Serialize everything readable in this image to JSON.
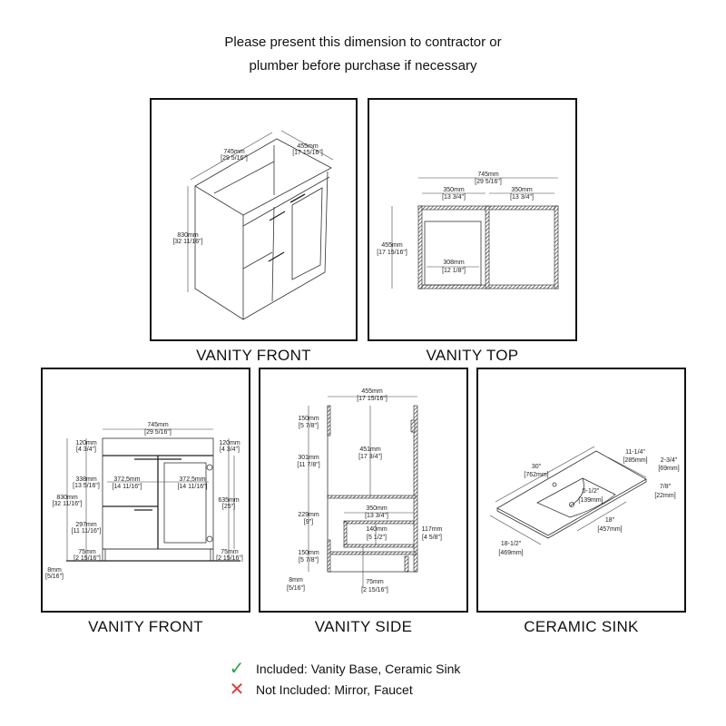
{
  "header": {
    "line1": "Please present this dimension to contractor or",
    "line2": "plumber before purchase if necessary"
  },
  "panels": {
    "front_iso": {
      "caption": "VANITY FRONT",
      "width": "745mm",
      "width_in": "[29 5/16\"]",
      "depth": "455mm",
      "depth_in": "[17 15/16\"]",
      "height": "830mm",
      "height_in": "[32 11/16\"]"
    },
    "top": {
      "caption": "VANITY TOP",
      "total": "745mm",
      "total_in": "[29 5/16\"]",
      "left": "350mm",
      "left_in": "[13 3/4\"]",
      "right": "350mm",
      "right_in": "[13 3/4\"]",
      "depth": "455mm",
      "depth_in": "[17 15/16\"]",
      "inner": "308mm",
      "inner_in": "[12 1/8\"]"
    },
    "front": {
      "caption": "VANITY FRONT",
      "width": "745mm",
      "width_in": "[29 5/16\"]",
      "top_l": "120mm",
      "top_l_in": "[4 3/4\"]",
      "top_r": "120mm",
      "top_r_in": "[4 3/4\"]",
      "drawer1": "338mm",
      "drawer1_in": "[13 5/16\"]",
      "drawer2": "297mm",
      "drawer2_in": "[11 11/16\"]",
      "height": "830mm",
      "height_in": "[32 11/16\"]",
      "door_h": "635mm",
      "door_h_in": "[25\"]",
      "half_l": "372,5mm",
      "half_l_in": "[14 11/16\"]",
      "half_r": "372,5mm",
      "half_r_in": "[14 11/16\"]",
      "base_l": "75mm",
      "base_l_in": "[2 15/16\"]",
      "base_r": "75mm",
      "base_r_in": "[2 15/16\"]",
      "foot": "8mm",
      "foot_in": "[5/16\"]"
    },
    "side": {
      "caption": "VANITY SIDE",
      "depth": "455mm",
      "depth_in": "[17 15/16\"]",
      "a": "150mm",
      "a_in": "[5 7/8\"]",
      "b": "301mm",
      "b_in": "[11 7/8\"]",
      "inner": "451mm",
      "inner_in": "[17 3/4\"]",
      "c": "229mm",
      "c_in": "[9\"]",
      "drawer_d": "350mm",
      "drawer_d_in": "[13 3/4\"]",
      "drawer_h": "140mm",
      "drawer_h_in": "[5 1/2\"]",
      "side_h": "117mm",
      "side_h_in": "[4 5/8\"]",
      "d": "150mm",
      "d_in": "[5 7/8\"]",
      "foot": "8mm",
      "foot_in": "[5/16\"]",
      "kick": "75mm",
      "kick_in": "[2 15/16\"]"
    },
    "sink": {
      "caption": "CERAMIC SINK",
      "length": "30\"",
      "length_mm": "[762mm]",
      "back": "11-1/4\"",
      "back_mm": "[285mm]",
      "lip": "2-3/4\"",
      "lip_mm": "[69mm]",
      "thick": "7/8\"",
      "thick_mm": "[22mm]",
      "bowl_depth": "5-1/2\"",
      "bowl_depth_mm": "[139mm]",
      "bowl_len": "18\"",
      "bowl_len_mm": "[457mm]",
      "depth": "18-1/2\"",
      "depth_mm": "[469mm]"
    }
  },
  "legend": {
    "included": {
      "icon": "check-icon",
      "color": "#2e9e4f",
      "text": "Included: Vanity Base, Ceramic Sink"
    },
    "excluded": {
      "icon": "x-icon",
      "color": "#e03a3a",
      "text": "Not Included: Mirror, Faucet"
    }
  }
}
